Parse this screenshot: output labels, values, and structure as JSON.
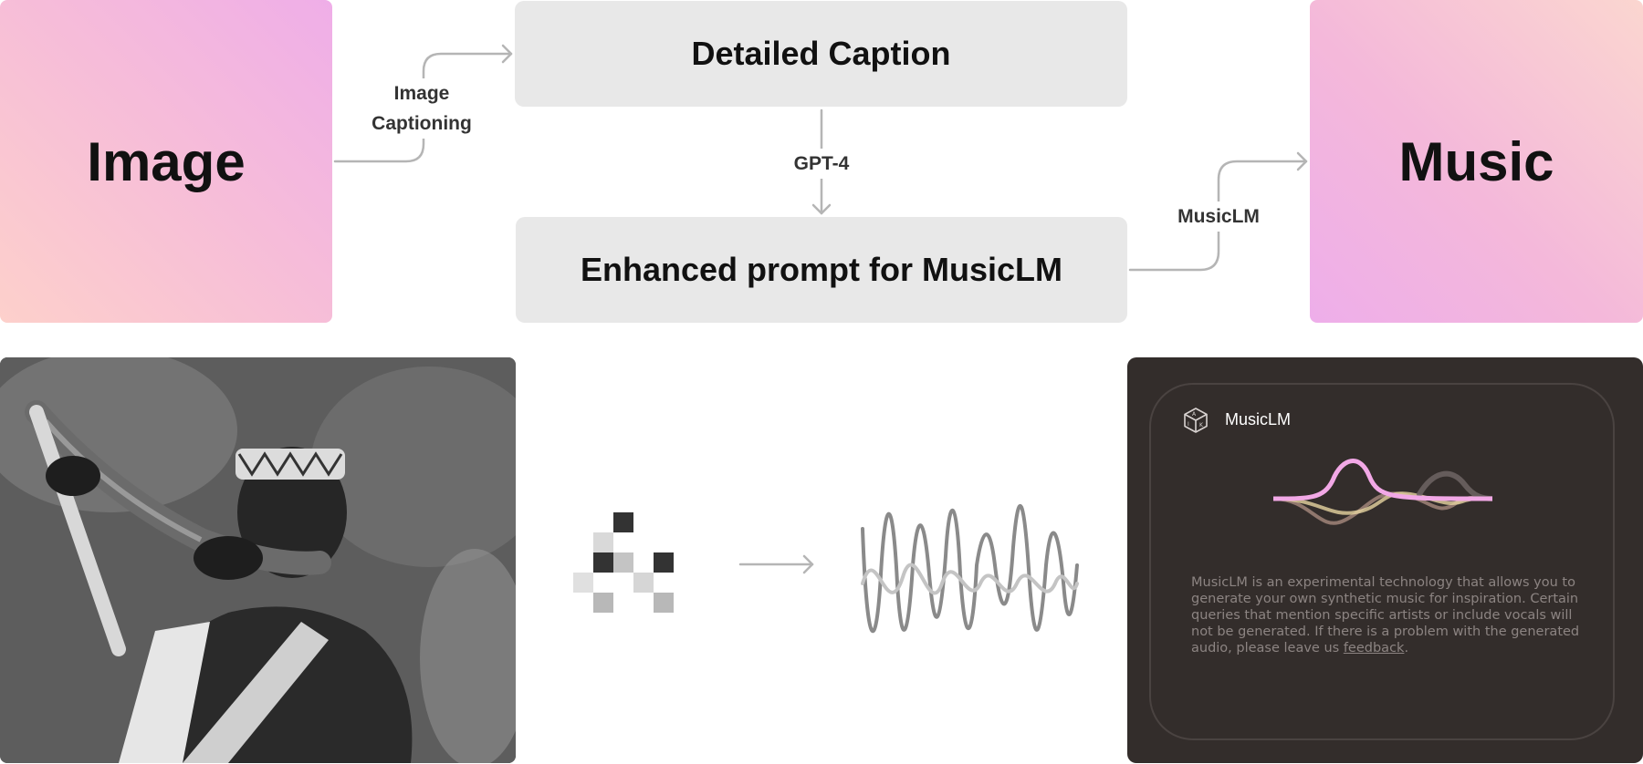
{
  "nodes": {
    "image": "Image",
    "detailed_caption": "Detailed Caption",
    "enhanced_prompt": "Enhanced prompt for MusicLM",
    "music": "Music"
  },
  "edges": {
    "image_captioning_line1": "Image",
    "image_captioning_line2": "Captioning",
    "gpt4": "GPT-4",
    "musiclm": "MusicLM"
  },
  "musiclm_card": {
    "title": "MusicLM",
    "description_prefix": "MusicLM is an experimental technology that allows you to generate your own synthetic music for inspiration. Certain queries that mention specific artists or include vocals will not be generated. If there is a problem with the generated audio, please leave us ",
    "link_text": "feedback",
    "description_suffix": "."
  },
  "colors": {
    "pink_gradient_start": "#efaee8",
    "pink_gradient_end": "#fdd0cb",
    "grey_box": "#e8e8e8",
    "dark_card": "#332d2b",
    "connector": "#b5b5b5"
  }
}
